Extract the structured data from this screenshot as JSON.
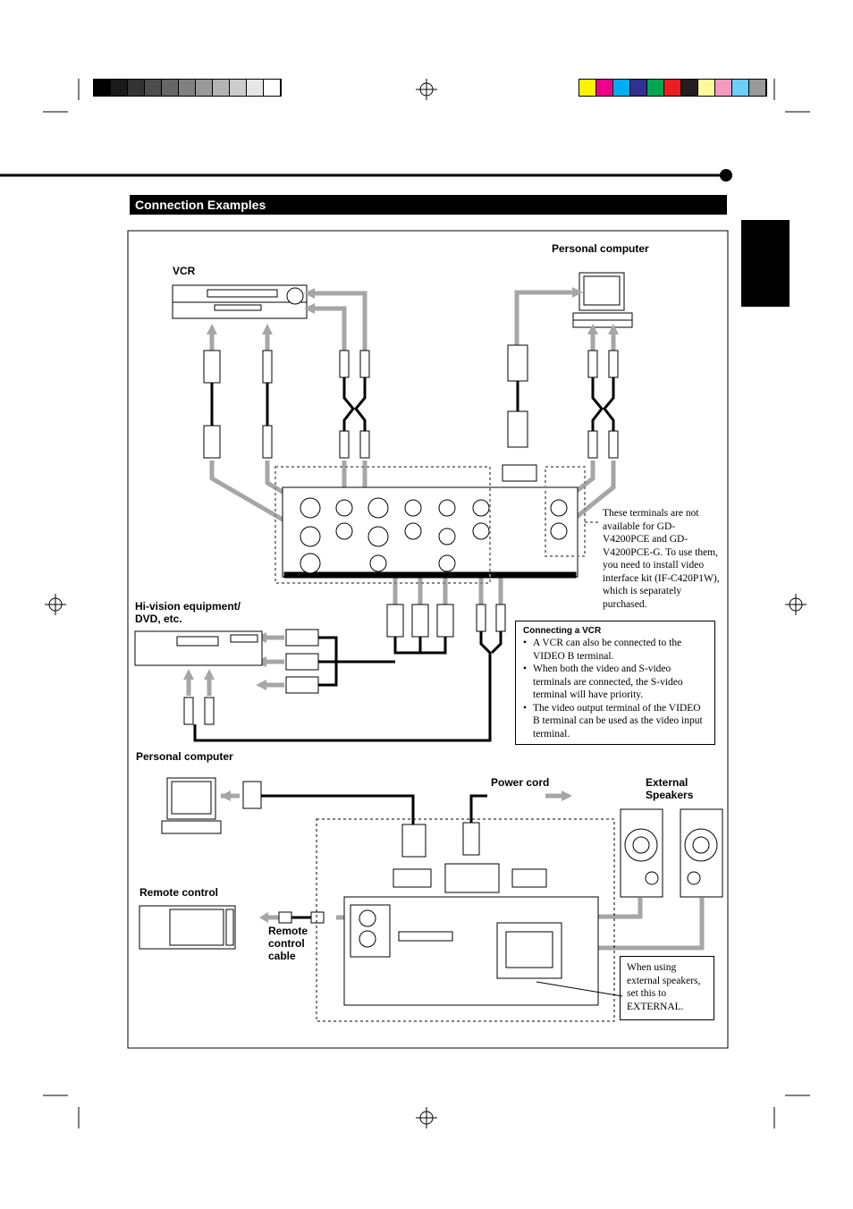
{
  "section_title": "Connection Examples",
  "devices": {
    "vcr": "VCR",
    "pc_top": "Personal computer",
    "hivision": "Hi-vision equipment/\nDVD, etc.",
    "pc_bottom": "Personal computer",
    "power_cord": "Power cord",
    "external_speakers": "External\nSpeakers",
    "remote_control": "Remote control",
    "remote_cable": "Remote\ncontrol\ncable"
  },
  "terminal_note": "These terminals are not available for GD-V4200PCE and GD-V4200PCE-G. To use them, you need to install video interface kit (IF-C420P1W), which is separately purchased.",
  "vcr_box": {
    "title": "Connecting a VCR",
    "items": [
      "A VCR can also be connected to the VIDEO B terminal.",
      "When both the video and S-video terminals are connected, the S-video terminal will have priority.",
      "The video output terminal of the VIDEO B terminal can be used as the video input terminal."
    ]
  },
  "speaker_note": "When using external speakers, set this to EXTERNAL.",
  "colors": {
    "gray_steps": [
      "#000000",
      "#1a1a1a",
      "#333333",
      "#4d4d4d",
      "#666666",
      "#808080",
      "#999999",
      "#b3b3b3",
      "#cccccc",
      "#e6e6e6",
      "#ffffff"
    ],
    "color_steps": [
      "#fff200",
      "#ec008c",
      "#00aeef",
      "#2e3192",
      "#00a651",
      "#ed1c24",
      "#231f20",
      "#fff799",
      "#f49ac1",
      "#6dcff6",
      "#999999"
    ],
    "cable_gray": "#a6a6a6"
  }
}
